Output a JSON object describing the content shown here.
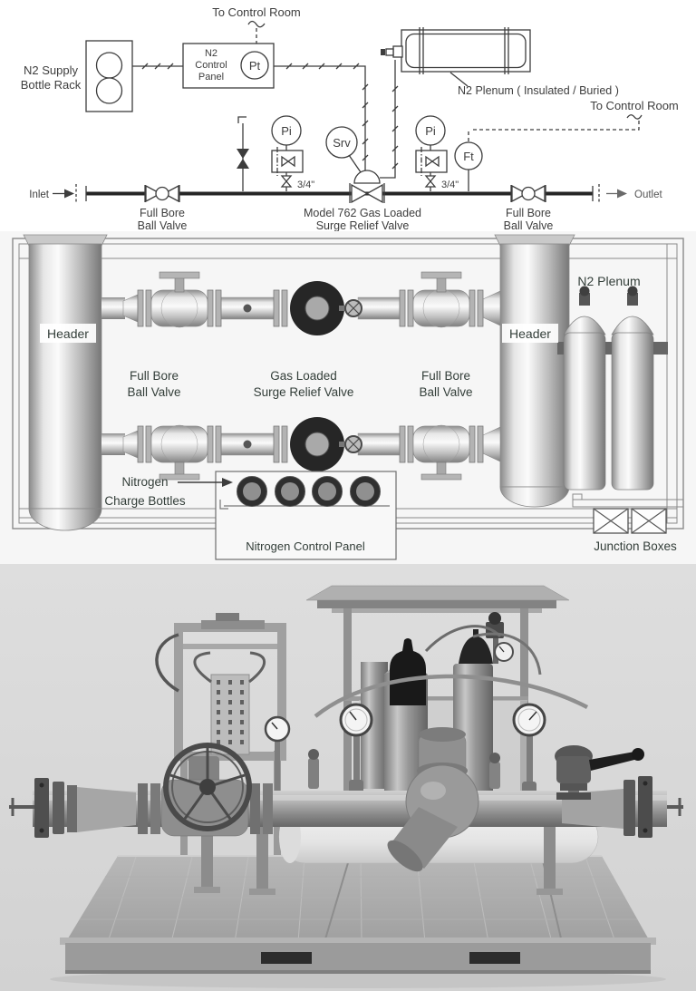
{
  "schematic": {
    "control_room_top": "To Control Room",
    "control_room_right": "To Control Room",
    "supply_rack": {
      "line1": "N2 Supply",
      "line2": "Bottle Rack"
    },
    "control_panel": {
      "line1": "N2",
      "line2": "Control",
      "line3": "Panel"
    },
    "instruments": {
      "pt": "Pt",
      "pi_left": "Pi",
      "srv": "Srv",
      "pi_right": "Pi",
      "ft": "Ft"
    },
    "plenum_label": "N2 Plenum  ( Insulated / Buried )",
    "tap_size_left": "3/4\"",
    "tap_size_right": "3/4\"",
    "inlet": "Inlet",
    "outlet": "Outlet",
    "valve_left": {
      "line1": "Full Bore",
      "line2": "Ball Valve"
    },
    "surge_valve": {
      "line1": "Model 762 Gas Loaded",
      "line2": "Surge Relief Valve"
    },
    "valve_right": {
      "line1": "Full Bore",
      "line2": "Ball Valve"
    }
  },
  "plan": {
    "header_left": "Header",
    "header_right": "Header",
    "n2_plenum": "N2 Plenum",
    "valve_left": {
      "line1": "Full Bore",
      "line2": "Ball Valve"
    },
    "surge_valve": {
      "line1": "Gas Loaded",
      "line2": "Surge Relief Valve"
    },
    "valve_right": {
      "line1": "Full Bore",
      "line2": "Ball Valve"
    },
    "charge_bottles": {
      "line1": "Nitrogen",
      "line2": "Charge Bottles"
    },
    "control_panel": "Nitrogen Control Panel",
    "junction_boxes": "Junction Boxes"
  },
  "colors": {
    "schematic_ink": "#3d3d3d",
    "plan_label": "#333e39",
    "photo_background": "#d8d8d8"
  }
}
